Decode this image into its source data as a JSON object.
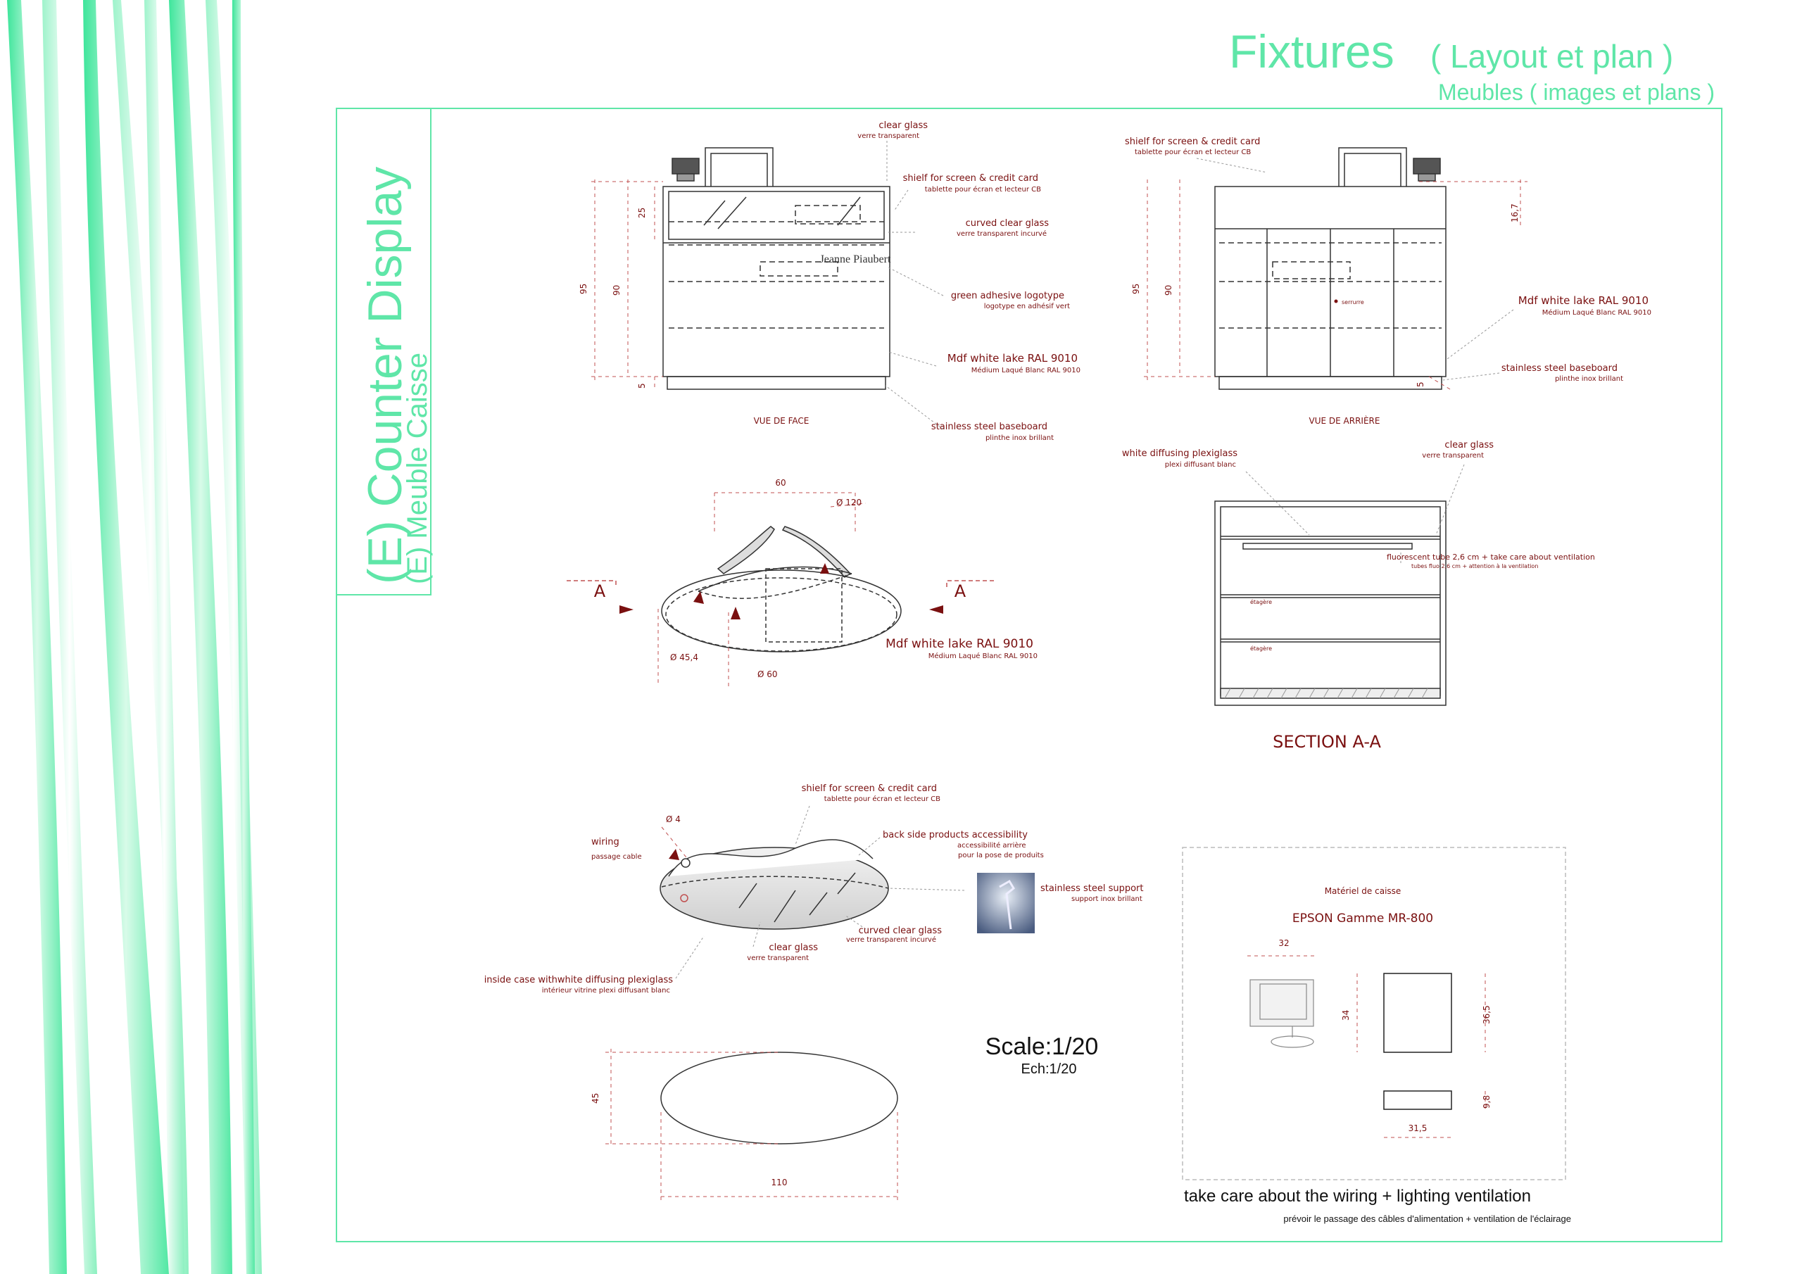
{
  "header": {
    "title": "Fixtures",
    "title_paren": "( Layout et plan )",
    "subtitle": "Meubles ( images et plans )"
  },
  "side": {
    "title": "(E) Counter Display",
    "subtitle": "(E) Meuble Caisse"
  },
  "front_view": {
    "caption": "VUE DE FACE",
    "logo_line1": "Jeanne Piaubert",
    "dims": {
      "h95": "95",
      "h90": "90",
      "h25": "25",
      "h5": "5"
    },
    "labels": [
      {
        "main": "clear glass",
        "sub": "verre transparent"
      },
      {
        "main": "shielf for screen & credit card",
        "sub": "tablette pour écran et lecteur CB"
      },
      {
        "main": "curved clear glass",
        "sub": "verre transparent  incurvé"
      },
      {
        "main": "green adhesive logotype",
        "sub": "logotype en adhésif vert"
      },
      {
        "main": "Mdf white lake RAL  9010",
        "sub": "Médium Laqué Blanc RAL  9010"
      },
      {
        "main": "stainless steel baseboard",
        "sub": "plinthe inox brillant"
      }
    ]
  },
  "back_view": {
    "caption": "VUE DE ARRIÈRE",
    "inner": "serrurre",
    "dims": {
      "h95": "95",
      "h90": "90",
      "h167": "16,7",
      "h5": "5"
    },
    "labels": [
      {
        "main": "shielf for screen & credit card",
        "sub": "tablette pour écran et lecteur CB"
      },
      {
        "main": "Mdf white lake RAL  9010",
        "sub": "Médium Laqué Blanc RAL  9010"
      },
      {
        "main": "stainless steel baseboard",
        "sub": "plinthe inox brillant"
      }
    ]
  },
  "plan_top": {
    "dims": {
      "d60": "60",
      "d120": "Ø 120",
      "d454": "Ø 45,4",
      "d60b": "Ø 60"
    },
    "arrow_left": "A",
    "arrow_right": "A",
    "label": {
      "main": "Mdf white lake RAL  9010",
      "sub": "Médium Laqué Blanc RAL  9010"
    }
  },
  "section": {
    "title": "SECTION A-A",
    "labels": [
      {
        "main": "white diffusing plexiglass",
        "sub": "plexi diffusant blanc"
      },
      {
        "main": "clear glass",
        "sub": "verre transparent"
      },
      {
        "main": "fluorescent tube 2,6 cm + take care about ventilation",
        "sub": "tubes fluo 2,6 cm + attention à la ventilation"
      }
    ],
    "shelf1": "étagère",
    "shelf2": "étagère"
  },
  "plan_glass": {
    "dim_d4": "Ø 4",
    "labels": [
      {
        "main": "shielf for screen & credit card",
        "sub": "tablette pour écran et lecteur CB"
      },
      {
        "main": "wiring",
        "sub": "passage cable"
      },
      {
        "main": "back side products accessibility",
        "sub": "accessibilité  arrière",
        "sub2": "pour la pose de produits"
      },
      {
        "main": "stainless steel support",
        "sub": "support inox brillant"
      },
      {
        "main": "curved clear glass",
        "sub": "verre transparent  incurvé"
      },
      {
        "main": "clear glass",
        "sub": "verre transparent"
      },
      {
        "main": "inside case withwhite diffusing plexiglass",
        "sub": "intérieur vitrine plexi diffusant blanc"
      }
    ]
  },
  "plan_base": {
    "dim_w": "110",
    "dim_h": "45"
  },
  "scale": {
    "main": "Scale:1/20",
    "sub": "Ech:1/20"
  },
  "equipment": {
    "heading": "Matériel de caisse",
    "model": "EPSON Gamme MR-800",
    "dims": {
      "w32": "32",
      "h34": "34",
      "h365": "36,5",
      "h98": "9,8",
      "w315": "31,5"
    }
  },
  "footer": {
    "note": "take care about the wiring + lighting ventilation",
    "note_sub": "prévoir le passage des câbles d'alimentation + ventilation de l'éclairage"
  },
  "colors": {
    "accent": "#5fe6a8",
    "ink": "#7a1010",
    "line": "#333333"
  }
}
